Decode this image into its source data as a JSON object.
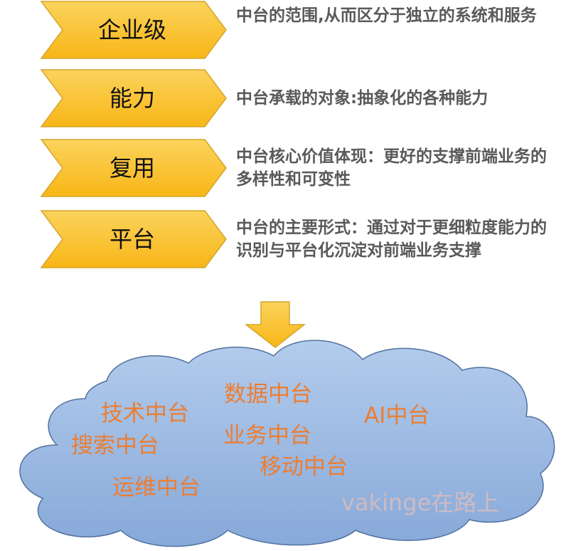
{
  "steps": [
    {
      "label": "企业级",
      "desc": "中台的范围,从而区分于独立的系统和服务"
    },
    {
      "label": "能力",
      "desc": "中台承载的对象:抽象化的各种能力"
    },
    {
      "label": "复用",
      "desc": "中台核心价值体现：更好的支撑前端业务的多样性和可变性"
    },
    {
      "label": "平台",
      "desc": "中台的主要形式：通过对于更细粒度能力的识别与平台化沉淀对前端业务支撑"
    }
  ],
  "cloud_items": {
    "tech": "技术中台",
    "data": "数据中台",
    "ai": "AI中台",
    "search": "搜索中台",
    "business": "业务中台",
    "mobile": "移动中台",
    "ops": "运维中台"
  },
  "watermark": "vakinge在路上",
  "colors": {
    "chevron_fill": "#FDC02E",
    "chevron_stroke": "#C9A227",
    "arrow_fill": "#FDC02E",
    "cloud_fill": "#9DBBE4",
    "cloud_stroke": "#4A6FA5",
    "cloud_text": "#ED7D31",
    "desc_text": "#595959"
  }
}
